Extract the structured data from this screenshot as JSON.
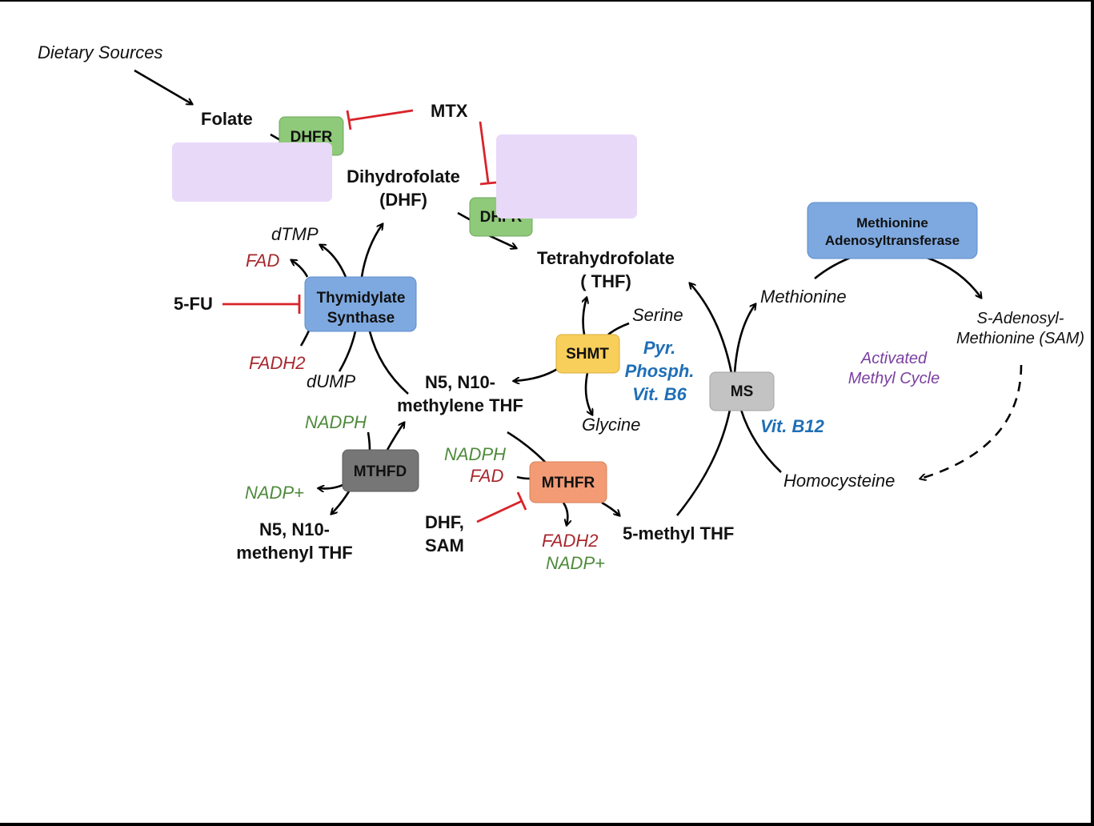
{
  "colors": {
    "black": "#000000",
    "inhibit_red": "#d9232a",
    "cofactor_red": "#a8262d",
    "cofactor_green": "#4e8a3b",
    "vitamin_blue": "#1f6fb6",
    "cycle_purple": "#7a3fa0",
    "enzyme_green": "#8fc97a",
    "enzyme_blue": "#7ea9e0",
    "enzyme_yellow": "#f8cf5a",
    "enzyme_gray_dark": "#767676",
    "enzyme_gray_light": "#c3c3c3",
    "enzyme_orange": "#f29b74",
    "occlusion_lavender": "#e8d9f8"
  },
  "labels": {
    "dietary_sources": "Dietary Sources",
    "folate": "Folate",
    "mtx": "MTX",
    "dhf_line1": "Dihydrofolate",
    "dhf_line2": "(DHF)",
    "thf_line1": "Tetrahydrofolate",
    "thf_line2": "( THF)",
    "dtmp": "dTMP",
    "fad_ts": "FAD",
    "five_fu": "5-FU",
    "fadh2_ts": "FADH2",
    "dump": "dUMP",
    "methylene_line1": "N5, N10-",
    "methylene_line2": "methylene THF",
    "serine": "Serine",
    "glycine": "Glycine",
    "b6_line1": "Pyr.",
    "b6_line2": "Phosph.",
    "b6_line3": "Vit. B6",
    "nadph_mthfd": "NADPH",
    "nadp_mthfd": "NADP+",
    "methenyl_line1": "N5, N10-",
    "methenyl_line2": "methenyl THF",
    "nadph_mthfr": "NADPH",
    "fad_mthfr": "FAD",
    "dhf_sam_line1": "DHF,",
    "dhf_sam_line2": "SAM",
    "fadh2_mthfr": "FADH2",
    "nadp_mthfr": "NADP+",
    "methyl_thf": "5-methyl THF",
    "methionine": "Methionine",
    "sam_line1": "S-Adenosyl-",
    "sam_line2": "Methionine (SAM)",
    "cycle_line1": "Activated",
    "cycle_line2": "Methyl Cycle",
    "vit_b12": "Vit. B12",
    "homocysteine": "Homocysteine"
  },
  "enzymes": {
    "dhfr_top": "DHFR",
    "dhfr_mid": "DHFR",
    "ts_line1": "Thymidylate",
    "ts_line2": "Synthase",
    "shmt": "SHMT",
    "mthfd": "MTHFD",
    "mthfr": "MTHFR",
    "ms": "MS",
    "mat_line1": "Methionine",
    "mat_line2": "Adenosyltransferase"
  }
}
